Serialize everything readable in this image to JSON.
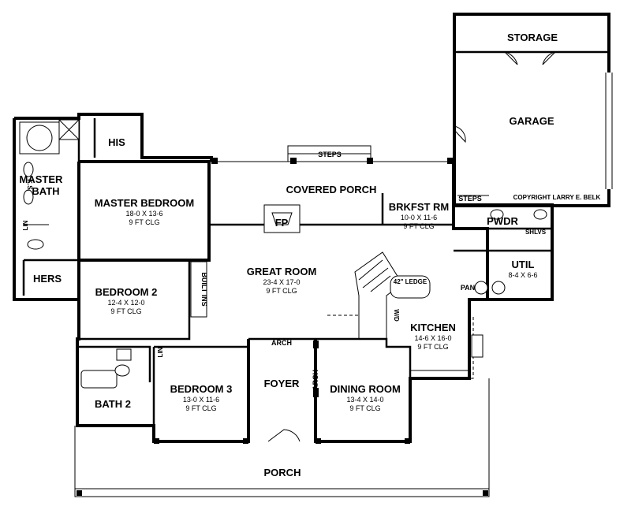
{
  "plan": {
    "copyright": "COPYRIGHT LARRY E. BELK",
    "rooms": {
      "storage": {
        "name": "STORAGE"
      },
      "garage": {
        "name": "GARAGE"
      },
      "master_bedroom": {
        "name": "MASTER BEDROOM",
        "size": "18-0 X 13-6",
        "ceiling": "9 FT CLG"
      },
      "master_bath": {
        "name_line1": "MASTER",
        "name_line2": "BATH"
      },
      "his": {
        "name": "HIS"
      },
      "hers": {
        "name": "HERS"
      },
      "covered_porch": {
        "name": "COVERED PORCH"
      },
      "brkfst_rm": {
        "name": "BRKFST RM",
        "size": "10-0 X 11-6",
        "ceiling": "9 FT CLG"
      },
      "great_room": {
        "name": "GREAT ROOM",
        "size": "23-4 X 17-0",
        "ceiling": "9 FT CLG"
      },
      "bedroom2": {
        "name": "BEDROOM 2",
        "size": "12-4 X 12-0",
        "ceiling": "9 FT CLG"
      },
      "bedroom3": {
        "name": "BEDROOM 3",
        "size": "13-0 X 11-6",
        "ceiling": "9 FT CLG"
      },
      "bath2": {
        "name": "BATH 2"
      },
      "foyer": {
        "name": "FOYER"
      },
      "dining_room": {
        "name": "DINING ROOM",
        "size": "13-4 X 14-0",
        "ceiling": "9 FT CLG"
      },
      "kitchen": {
        "name": "KITCHEN",
        "size": "14-6 X 16-0",
        "ceiling": "9 FT CLG"
      },
      "util": {
        "name": "UTIL",
        "size": "8-4 X 6-6"
      },
      "pwdr": {
        "name": "PWDR"
      },
      "porch": {
        "name": "PORCH"
      }
    },
    "small_labels": {
      "steps_top": "STEPS",
      "steps_side": "STEPS",
      "fp": "FP",
      "built_ins": "BUILT INS",
      "arch_top": "ARCH",
      "arch_side": "ARCH",
      "ledge": "42\" LEDGE",
      "shlvs": "SHLVS",
      "pan": "PAN",
      "lin_master": "LIN",
      "lin_hall": "LIN",
      "wd": "W/D",
      "ks": "K.S."
    }
  }
}
